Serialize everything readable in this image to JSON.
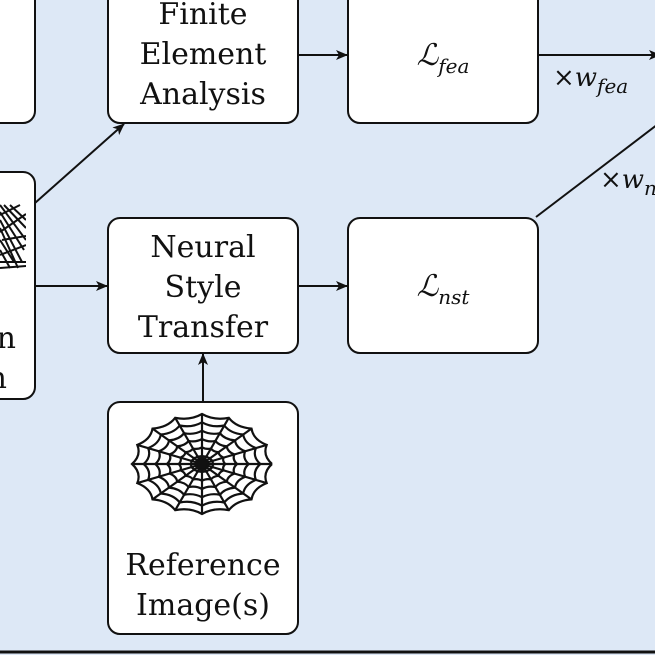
{
  "nodes": {
    "fea_box": {
      "lines": [
        "Finite",
        "Element",
        "Analysis"
      ]
    },
    "nst_box": {
      "lines": [
        "Neural",
        "Style",
        "Transfer"
      ]
    },
    "ref_box": {
      "lines": [
        "Reference",
        "Image(s)"
      ]
    },
    "design_box": {
      "lines": [
        "n",
        "n"
      ]
    },
    "loss_fea": {
      "symbol": "ℒ",
      "subscript": "fea"
    },
    "loss_nst": {
      "symbol": "ℒ",
      "subscript": "nst"
    }
  },
  "edge_labels": {
    "w_fea": {
      "prefix": "×w",
      "subscript": "fea"
    },
    "w_nst": {
      "prefix": "×w",
      "subscript": "n"
    }
  },
  "icons": {
    "spider_web": "spider-web-icon",
    "mesh": "truss-mesh-icon"
  },
  "colors": {
    "background": "#dde8f6",
    "box_fill": "#ffffff",
    "stroke": "#111111"
  }
}
